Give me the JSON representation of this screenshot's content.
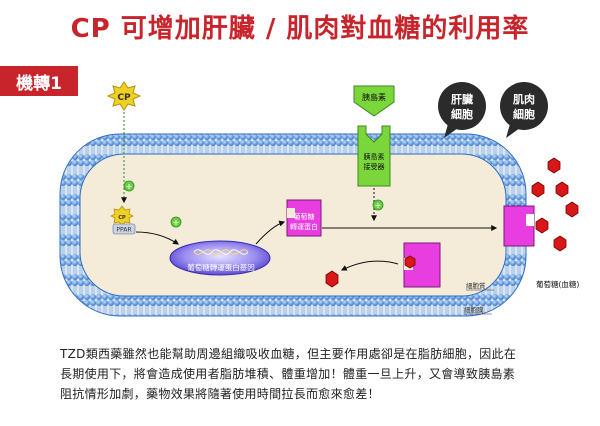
{
  "title": "CP 可增加肝臟 / 肌肉對血糖的利用率",
  "mechanism_badge": "機轉1",
  "labels": {
    "cp": "CP",
    "cp_small": "CP",
    "ppar": "PPAR",
    "insulin": "胰島素",
    "insulin_receptor_line1": "胰島素",
    "insulin_receptor_line2": "接受器",
    "liver_cells_line1": "肝臟",
    "liver_cells_line2": "細胞",
    "muscle_cells_line1": "肌肉",
    "muscle_cells_line2": "細胞",
    "glut_line1": "葡萄糖",
    "glut_line2": "轉運蛋白",
    "glut_gene": "葡萄糖轉運蛋白基因",
    "cytoplasm": "細胞質",
    "cell_membrane": "細胞膜",
    "blood_glucose": "葡萄糖(血糖)",
    "plus": "+"
  },
  "description": [
    "TZD類西藥雖然也能幫助周邊組織吸收血糖，但主要作用處卻是在脂肪細胞，因此在",
    "長期使用下，將會造成使用者脂肪堆積、體重增加！體重一旦上升，又會導致胰島素",
    "阻抗情形加劇，藥物效果將隨著使用時間拉長而愈來愈差！"
  ],
  "colors": {
    "accent_red": "#c8242c",
    "membrane_blue": "#4a86d6",
    "cytoplasm": "#f4ecd8",
    "insulin_green": "#7ad63a",
    "transporter_magenta": "#e83ee0",
    "cp_yellow": "#f0d020",
    "glucose_red": "#d81818",
    "nucleus_purple": "#6a5ad6"
  }
}
